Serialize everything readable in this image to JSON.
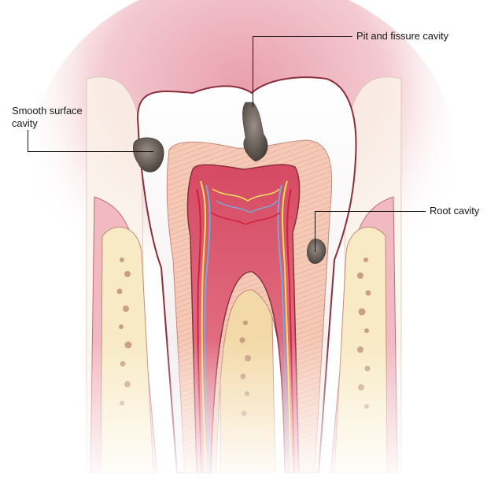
{
  "diagram": {
    "subject": "Tooth cross-section showing types of dental cavities",
    "labels": [
      {
        "id": "pit-fissure",
        "text": "Pit and fissure cavity"
      },
      {
        "id": "smooth-surface",
        "text": "Smooth surface\ncavity"
      },
      {
        "id": "root",
        "text": "Root cavity"
      }
    ]
  },
  "colors": {
    "gum": "#e8a3ae",
    "gum_light": "#f6d5da",
    "enamel": "#f7f4f4",
    "enamel_outline": "#8a2f3c",
    "dentin": "#f2c2ae",
    "dentin_lines": "#e29a86",
    "pulp": "#c4304a",
    "pulp_light": "#e87a90",
    "nerve_yellow": "#f5e35a",
    "vein_blue": "#7aa6d6",
    "artery_red": "#d0213b",
    "bone": "#f8ecc8",
    "bone_pores": "#b8806a",
    "cavity": "#6e625c",
    "leader_line": "#111111"
  }
}
